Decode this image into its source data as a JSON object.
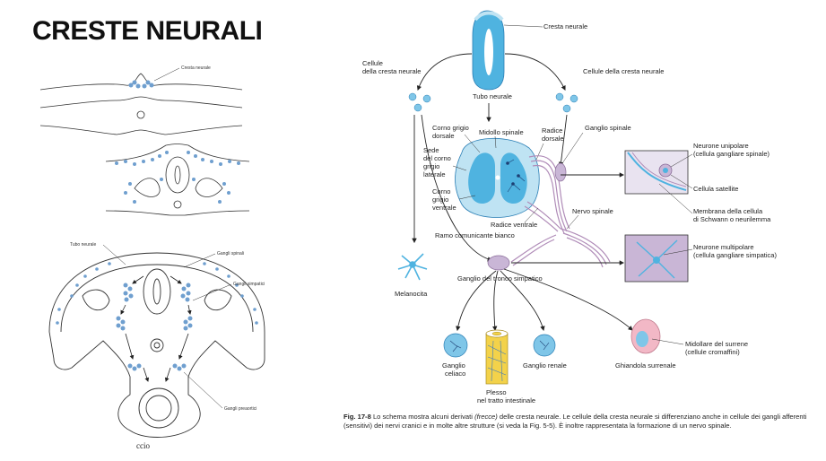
{
  "slide_title": "CRESTE NEURALI",
  "left_figure": {
    "label_cresta": "Cresta neurale",
    "label_tubo": "Tubo neurale",
    "label_gangli_spinali": "Gangli spinali",
    "label_gangli_simpatici": "Gangli simpatici",
    "label_gangli_preaortici": "Gangli preaortici",
    "footer": "ccio"
  },
  "right_figure": {
    "cresta_neurale": "Cresta neurale",
    "cellule_cresta_left_1": "Cellule",
    "cellule_cresta_left_2": "della cresta neurale",
    "tubo_neurale": "Tubo neurale",
    "cellule_cresta_right": "Cellule della cresta neurale",
    "corno_grigio_dorsale_1": "Corno grigio",
    "corno_grigio_dorsale_2": "dorsale",
    "midollo_spinale": "Midollo spinale",
    "radice_dorsale_1": "Radice",
    "radice_dorsale_2": "dorsale",
    "ganglio_spinale": "Ganglio spinale",
    "sede_1": "Sede",
    "sede_2": "del corno",
    "sede_3": "grigio",
    "sede_4": "laterale",
    "corno_ventrale_1": "Corno",
    "corno_ventrale_2": "grigio",
    "corno_ventrale_3": "ventrale",
    "radice_ventrale": "Radice ventrale",
    "nervo_spinale": "Nervo spinale",
    "ramo_comunicante": "Ramo comunicante bianco",
    "melanocita": "Melanocita",
    "ganglio_tronco": "Ganglio del tronco simpatico",
    "neurone_unipolare_1": "Neurone unipolare",
    "neurone_unipolare_2": "(cellula gangliare spinale)",
    "cellula_satellite": "Cellula satellite",
    "membrana_1": "Membrana della cellula",
    "membrana_2": "di Schwann o neurilemma",
    "neurone_multipolare_1": "Neurone multipolare",
    "neurone_multipolare_2": "(cellula gangliare simpatica)",
    "ganglio_celiaco_1": "Ganglio",
    "ganglio_celiaco_2": "celiaco",
    "plesso_1": "Plesso",
    "plesso_2": "nel tratto intestinale",
    "ganglio_renale": "Ganglio renale",
    "ghiandola_surrenale": "Ghiandola surrenale",
    "midollare_1": "Midollare del surrene",
    "midollare_2": "(cellule cromaffini)"
  },
  "caption": {
    "fig_number": "Fig. 17-8",
    "text_a": "Lo schema mostra alcuni derivati ",
    "text_italic": "(frecce)",
    "text_b": " delle cresta neurale. Le cellule della cresta neurale si differenziano anche in cellule dei gangli afferenti (sensitivi) dei nervi cranici e in molte altre strutture (si veda la Fig. 5-5). È inoltre rappresentata la formazione di un nervo spinale."
  },
  "colors": {
    "neural_blue": "#4fb3e0",
    "light_blue": "#bfe3f3",
    "nerve_purple": "#b08cb8",
    "box_purple": "#c9b6d6",
    "yellow": "#f3d24a",
    "pink": "#f2b8c6"
  }
}
